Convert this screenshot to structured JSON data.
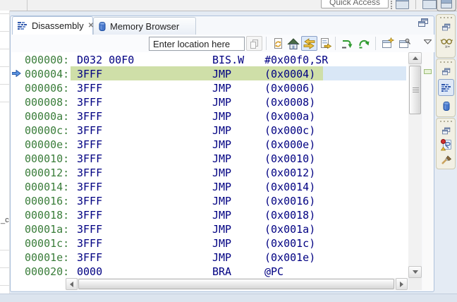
{
  "window": {
    "quick_access_label": "Quick Access",
    "top_right_icons": [
      "open-perspective-icon",
      "perspective-button",
      "perspective-button-active"
    ]
  },
  "background": {
    "left_fragment_label": "_c"
  },
  "view": {
    "tabs": [
      {
        "label": "Disassembly",
        "icon": "disassembly-icon",
        "active": true,
        "closable": true,
        "close_glyph": "✕"
      },
      {
        "label": "Memory Browser",
        "icon": "memory-browser-icon",
        "active": false,
        "closable": false
      }
    ],
    "toolbar": {
      "location_input": {
        "value": "Enter location here"
      },
      "buttons": [
        "linked-pages-disabled",
        "refresh-disassembly",
        "home",
        "show-pc-location-pressed",
        "open-address-in-new-view",
        "step-into-location",
        "resume-arrow",
        "new-view-window",
        "pin-view-window",
        "view-menu-chevron"
      ]
    },
    "disassembly": {
      "pc_row_index": 1,
      "rows": [
        {
          "address": "000000:",
          "opcode": "D032 00F0",
          "mnemonic": "BIS.W",
          "operand": "#0x00f0,SR"
        },
        {
          "address": "000004:",
          "opcode": "3FFF",
          "mnemonic": "JMP",
          "operand": "(0x0004)"
        },
        {
          "address": "000006:",
          "opcode": "3FFF",
          "mnemonic": "JMP",
          "operand": "(0x0006)"
        },
        {
          "address": "000008:",
          "opcode": "3FFF",
          "mnemonic": "JMP",
          "operand": "(0x0008)"
        },
        {
          "address": "00000a:",
          "opcode": "3FFF",
          "mnemonic": "JMP",
          "operand": "(0x000a)"
        },
        {
          "address": "00000c:",
          "opcode": "3FFF",
          "mnemonic": "JMP",
          "operand": "(0x000c)"
        },
        {
          "address": "00000e:",
          "opcode": "3FFF",
          "mnemonic": "JMP",
          "operand": "(0x000e)"
        },
        {
          "address": "000010:",
          "opcode": "3FFF",
          "mnemonic": "JMP",
          "operand": "(0x0010)"
        },
        {
          "address": "000012:",
          "opcode": "3FFF",
          "mnemonic": "JMP",
          "operand": "(0x0012)"
        },
        {
          "address": "000014:",
          "opcode": "3FFF",
          "mnemonic": "JMP",
          "operand": "(0x0014)"
        },
        {
          "address": "000016:",
          "opcode": "3FFF",
          "mnemonic": "JMP",
          "operand": "(0x0016)"
        },
        {
          "address": "000018:",
          "opcode": "3FFF",
          "mnemonic": "JMP",
          "operand": "(0x0018)"
        },
        {
          "address": "00001a:",
          "opcode": "3FFF",
          "mnemonic": "JMP",
          "operand": "(0x001a)"
        },
        {
          "address": "00001c:",
          "opcode": "3FFF",
          "mnemonic": "JMP",
          "operand": "(0x001c)"
        },
        {
          "address": "00001e:",
          "opcode": "3FFF",
          "mnemonic": "JMP",
          "operand": "(0x001e)"
        },
        {
          "address": "000020:",
          "opcode": "0000",
          "mnemonic": "BRA",
          "operand": "@PC"
        }
      ]
    }
  },
  "right_bar": {
    "groups": [
      {
        "icons": [
          "restore-view-icon",
          "expressions-view-icon"
        ]
      },
      {
        "icons": [
          "restore-view-icon",
          "disassembly-view-icon-active",
          "memory-browser-view-icon"
        ]
      },
      {
        "icons": [
          "restore-view-icon",
          "registers-view-icon",
          "brush-icon"
        ]
      }
    ]
  },
  "colors": {
    "address_green": "#3a7d3a",
    "instruction_navy": "#000082",
    "pc_highlight_green": "#cfdfa8",
    "selection_blue": "#d9e7f6",
    "view_border": "#aec2dc",
    "right_bar_bg": "#f2f0e4"
  }
}
